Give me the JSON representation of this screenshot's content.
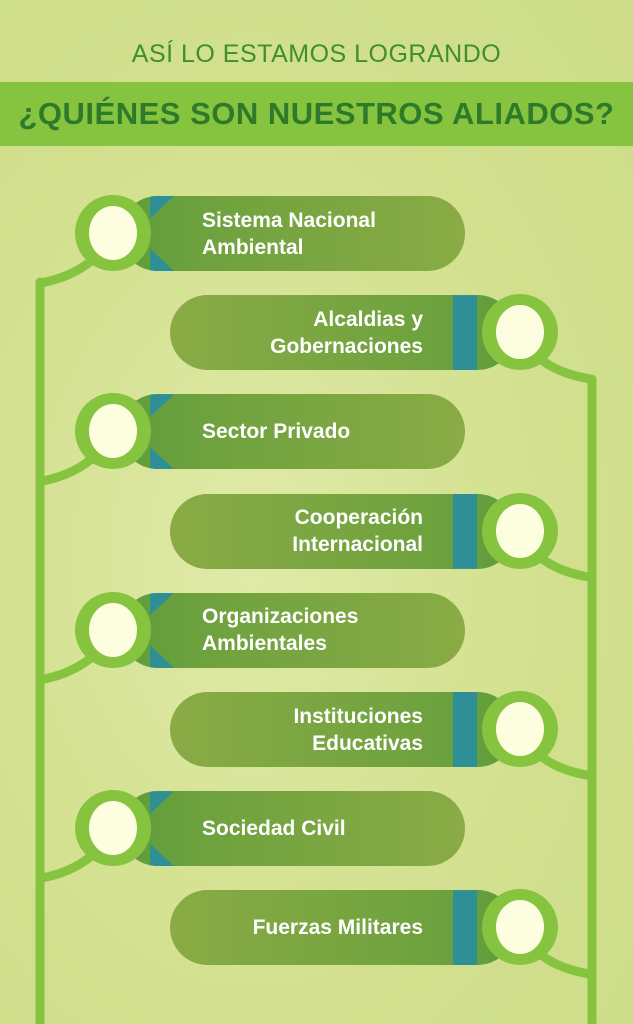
{
  "header": {
    "subtitle": "ASÍ LO ESTAMOS LOGRANDO",
    "title": "¿QUIÉNES SON NUESTROS ALIADOS?"
  },
  "allies": [
    {
      "label": "Sistema Nacional Ambiental",
      "side": "left"
    },
    {
      "label": "Alcaldias y Gobernaciones",
      "side": "right"
    },
    {
      "label": "Sector Privado",
      "side": "left"
    },
    {
      "label": "Cooperación Internacional",
      "side": "right"
    },
    {
      "label": "Organizaciones Ambientales",
      "side": "left"
    },
    {
      "label": "Instituciones Educativas",
      "side": "right"
    },
    {
      "label": "Sociedad Civil",
      "side": "left"
    },
    {
      "label": "Fuerzas Militares",
      "side": "right"
    }
  ],
  "colors": {
    "accent": "#86c440",
    "teal": "#2e8f96",
    "title": "#2f7a2a"
  }
}
